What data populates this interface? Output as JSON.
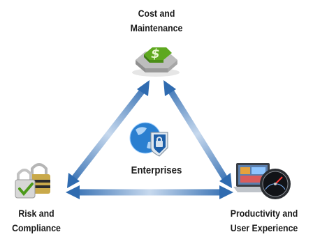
{
  "diagram": {
    "center": {
      "label": "Enterprises",
      "icon": "globe-lock-icon"
    },
    "nodes": {
      "top": {
        "lines": [
          "Cost and",
          "Maintenance"
        ],
        "icon": "dollar-puzzle-icon"
      },
      "left": {
        "lines": [
          "Risk and",
          "Compliance"
        ],
        "icon": "padlocks-icon"
      },
      "right": {
        "lines": [
          "Productivity and",
          "User Experience"
        ],
        "icon": "laptop-speedometer-icon"
      }
    },
    "colors": {
      "arrow_light": "#c7d9ee",
      "arrow_dark": "#2f6bb0",
      "puzzle_green": "#5ea81f",
      "globe_blue": "#2a7fd0"
    }
  }
}
